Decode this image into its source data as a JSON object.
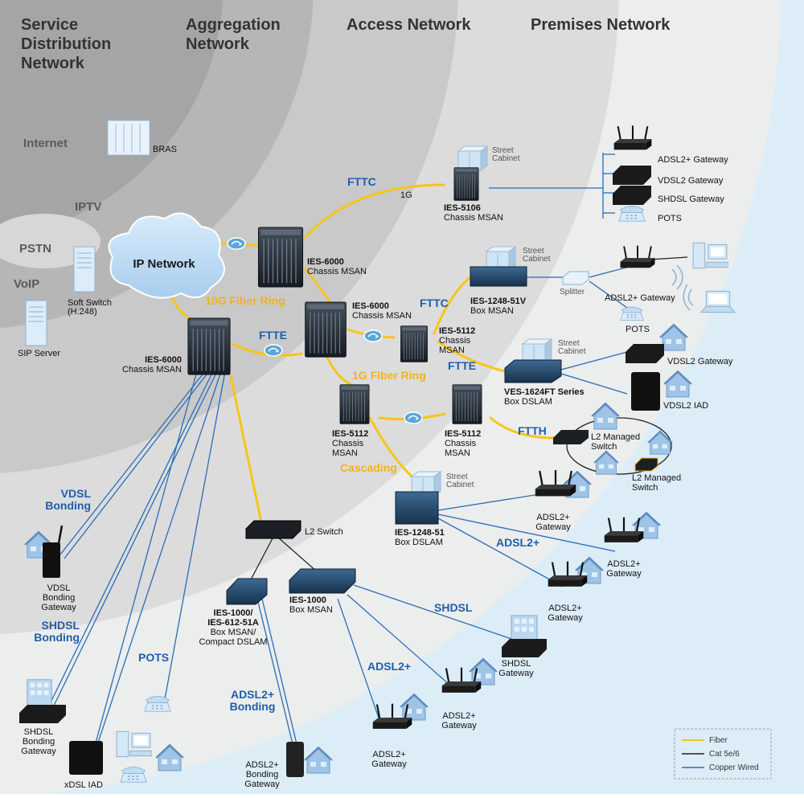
{
  "zones": {
    "service": [
      "Service",
      "Distribution",
      "Network"
    ],
    "aggregation": [
      "Aggregation",
      "Network"
    ],
    "access": "Access Network",
    "premises": "Premises Network"
  },
  "services": {
    "internet": "Internet",
    "iptv": "IPTV",
    "pstn": "PSTN",
    "voip": "VoIP"
  },
  "cloud": "IP Network",
  "devices": {
    "bras": "BRAS",
    "softswitch": [
      "Soft Switch",
      "(H.248)"
    ],
    "sipserver": "SIP Server",
    "ies6000_a": [
      "IES-6000",
      "Chassis MSAN"
    ],
    "ies6000_b": [
      "IES-6000",
      "Chassis MSAN"
    ],
    "ies6000_c": [
      "IES-6000",
      "Chassis MSAN"
    ],
    "ies5106": [
      "IES-5106",
      "Chassis MSAN"
    ],
    "ies1248_51v": [
      "IES-1248-51V",
      "Box MSAN"
    ],
    "ies5112_a": [
      "IES-5112",
      "Chassis",
      "MSAN"
    ],
    "ies5112_b": [
      "IES-5112",
      "Chassis",
      "MSAN"
    ],
    "ies5112_c": [
      "IES-5112",
      "Chassis",
      "MSAN"
    ],
    "ves1624": [
      "VES-1624FT Series",
      "Box DSLAM"
    ],
    "ies1248_51": [
      "IES-1248-51",
      "Box DSLAM"
    ],
    "l2switch": "L2 Switch",
    "ies1000_612": [
      "IES-1000/",
      "IES-612-51A",
      "Box MSAN/",
      "Compact DSLAM"
    ],
    "ies1000": [
      "IES-1000",
      "Box MSAN"
    ],
    "street_cabinet": [
      "Street",
      "Cabinet"
    ],
    "splitter": "Splitter",
    "l2_managed": [
      "L2 Managed",
      "Switch"
    ],
    "adsl2_gateway_top": "ADSL2+ Gateway",
    "vdsl2_gateway_top": "VDSL2 Gateway",
    "shdsl_gateway_top": "SHDSL Gateway",
    "pots_top": "POTS",
    "adsl2_gateway_mid": "ADSL2+ Gateway",
    "pots_mid": "POTS",
    "vdsl2_gateway": "VDSL2 Gateway",
    "vdsl2_iad": "VDSL2 IAD",
    "adsl2_gw": [
      "ADSL2+",
      "Gateway"
    ],
    "shdsl_gw": [
      "SHDSL",
      "Gateway"
    ],
    "vdsl_bonding_gw": [
      "VDSL",
      "Bonding",
      "Gateway"
    ],
    "shdsl_bonding_gw": [
      "SHDSL",
      "Bonding",
      "Gateway"
    ],
    "xdsl_iad": "xDSL IAD",
    "adsl2_bonding_gw": [
      "ADSL2+",
      "Bonding",
      "Gateway"
    ]
  },
  "links": {
    "fttc_top": "FTTC",
    "one_g": "1G",
    "ring10g": "10G Fiber Ring",
    "ftte_left": "FTTE",
    "fttc_mid": "FTTC",
    "ftte_right": "FTTE",
    "ring1g": "1G Fiber Ring",
    "ftth": "FTTH",
    "cascading": "Cascading",
    "vdsl_bonding": [
      "VDSL",
      "Bonding"
    ],
    "shdsl_bonding": [
      "SHDSL",
      "Bonding"
    ],
    "pots": "POTS",
    "adsl2_bonding": [
      "ADSL2+",
      "Bonding"
    ],
    "adsl2_a": "ADSL2+",
    "adsl2_b": "ADSL2+",
    "shdsl": "SHDSL"
  },
  "legend": {
    "fiber": "Fiber",
    "cat": "Cat 5e/6",
    "copper": "Copper Wired"
  },
  "colors": {
    "fiber": "#f7c517",
    "copper": "#2a6db5",
    "cat": "#222222",
    "blue_label": "#1f5fa8",
    "gold_label": "#f2b21b"
  }
}
